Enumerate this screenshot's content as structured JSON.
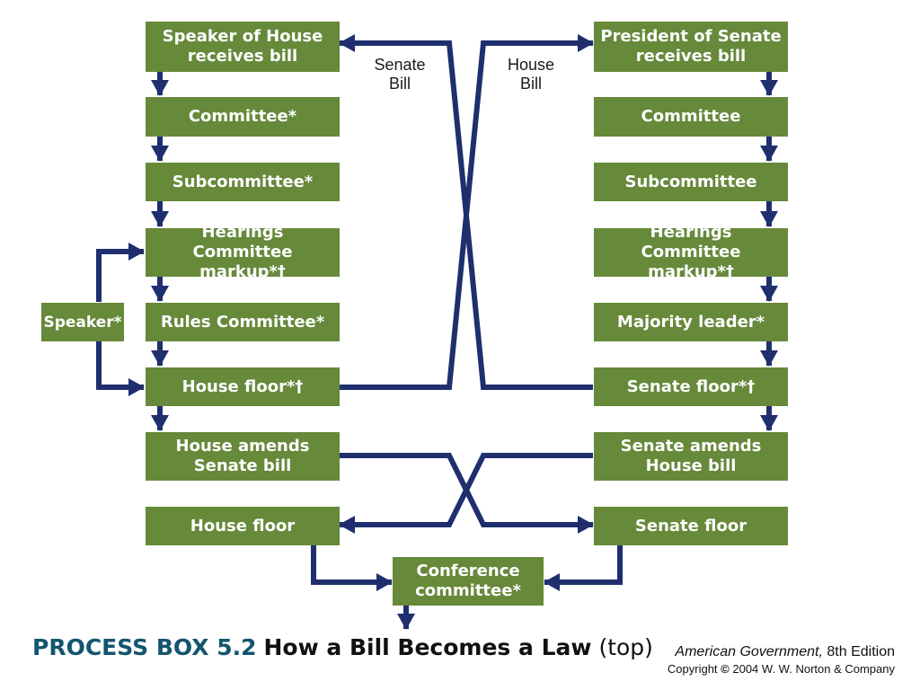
{
  "colors": {
    "box": "#66893a",
    "arrow": "#1f2f6e",
    "title_accent": "#13556e"
  },
  "house_column": {
    "speaker_receives": [
      "Speaker of House",
      "receives bill"
    ],
    "committee": "Committee*",
    "subcommittee": "Subcommittee*",
    "hearings": [
      "Hearings Committee",
      "markup*†"
    ],
    "rules": "Rules Committee*",
    "floor": "House floor*†",
    "amends": [
      "House amends",
      "Senate bill"
    ],
    "final_floor": "House floor"
  },
  "senate_column": {
    "president_receives": [
      "President of Senate",
      "receives bill"
    ],
    "committee": "Committee",
    "subcommittee": "Subcommittee",
    "hearings": [
      "Hearings Committee",
      "markup*†"
    ],
    "majority": "Majority leader*",
    "floor": "Senate floor*†",
    "amends": [
      "Senate amends",
      "House bill"
    ],
    "final_floor": "Senate floor"
  },
  "speaker": "Speaker*",
  "conference": [
    "Conference",
    "committee*"
  ],
  "labels": {
    "senate_bill": [
      "Senate",
      "Bill"
    ],
    "house_bill": [
      "House",
      "Bill"
    ]
  },
  "title": {
    "number": "PROCESS BOX 5.2",
    "main": "How a Bill Becomes a Law",
    "sub": "(top)"
  },
  "credit": {
    "book_italic": "American Government,",
    "edition": " 8th Edition",
    "copyright": "Copyright ",
    "copyright_symbol": "©",
    "copyright_rest": " 2004 W. W. Norton & Company"
  }
}
